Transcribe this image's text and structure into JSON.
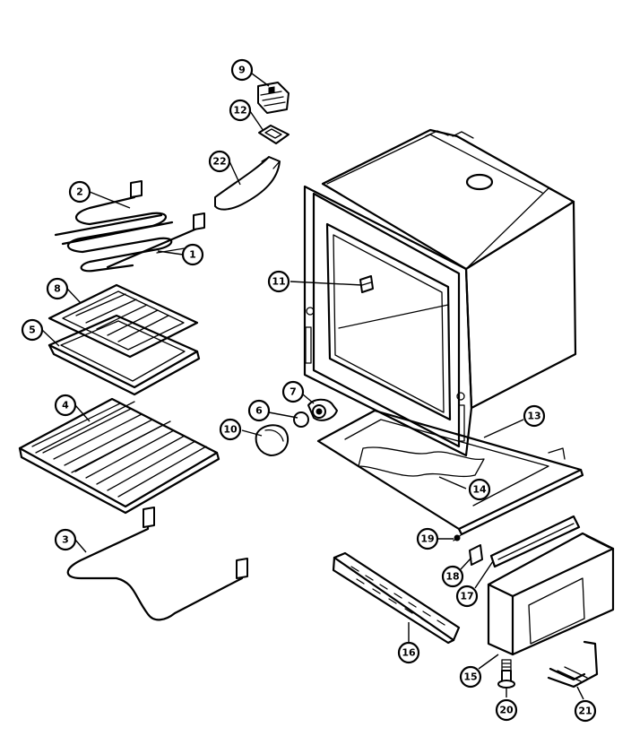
{
  "callouts": [
    {
      "id": "c9",
      "label": "9",
      "part": "element-terminal-block"
    },
    {
      "id": "c12",
      "label": "12",
      "part": "terminal-block-bracket"
    },
    {
      "id": "c22",
      "label": "22",
      "part": "heat-shield"
    },
    {
      "id": "c2",
      "label": "2",
      "part": "broil-element"
    },
    {
      "id": "c1",
      "label": "1",
      "part": "broil-element-insulator"
    },
    {
      "id": "c8",
      "label": "8",
      "part": "broiler-grid"
    },
    {
      "id": "c5",
      "label": "5",
      "part": "broiler-pan"
    },
    {
      "id": "c4",
      "label": "4",
      "part": "oven-rack"
    },
    {
      "id": "c3",
      "label": "3",
      "part": "bake-element"
    },
    {
      "id": "c11",
      "label": "11",
      "part": "oven-sensor"
    },
    {
      "id": "c7",
      "label": "7",
      "part": "light-receptacle"
    },
    {
      "id": "c6",
      "label": "6",
      "part": "light-bulb"
    },
    {
      "id": "c10",
      "label": "10",
      "part": "light-lens"
    },
    {
      "id": "c13",
      "label": "13",
      "part": "oven-bottom"
    },
    {
      "id": "c14",
      "label": "14",
      "part": "bottom-insulation"
    },
    {
      "id": "c19",
      "label": "19",
      "part": "screw"
    },
    {
      "id": "c18",
      "label": "18",
      "part": "drawer-clip"
    },
    {
      "id": "c17",
      "label": "17",
      "part": "drawer-rail"
    },
    {
      "id": "c16",
      "label": "16",
      "part": "kick-panel"
    },
    {
      "id": "c15",
      "label": "15",
      "part": "drawer-support"
    },
    {
      "id": "c20",
      "label": "20",
      "part": "leveling-leg"
    },
    {
      "id": "c21",
      "label": "21",
      "part": "anti-tip-bracket"
    }
  ]
}
